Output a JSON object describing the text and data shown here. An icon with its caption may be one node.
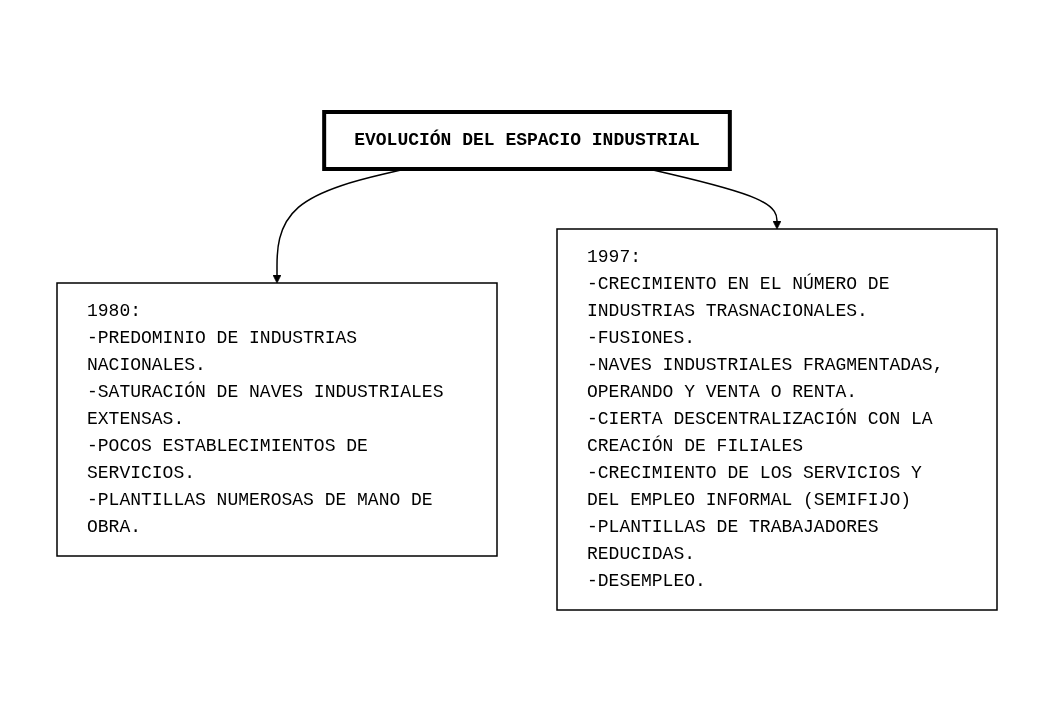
{
  "diagram": {
    "nodes": [
      {
        "text": [
          "EVOLUCIÓN DEL ESPACIO INDUSTRIAL"
        ]
      },
      {
        "text": [
          "1980:",
          "-PREDOMINIO DE INDUSTRIAS NACIONALES.",
          "-SATURACIÓN DE NAVES INDUSTRIALES EXTENSAS.",
          "-POCOS ESTABLECIMIENTOS DE SERVICIOS.",
          "-PLANTILLAS NUMEROSAS DE MANO DE OBRA."
        ]
      },
      {
        "text": [
          "1997:",
          "-CRECIMIENTO EN EL NÚMERO DE INDUSTRIAS TRASNACIONALES.",
          "-FUSIONES.",
          "-NAVES INDUSTRIALES FRAGMENTADAS, OPERANDO Y VENTA O RENTA.",
          "-CIERTA DESCENTRALIZACIÓN CON LA CREACIÓN DE FILIALES",
          "-CRECIMIENTO DE LOS SERVICIOS Y DEL EMPLEO INFORMAL (SEMIFIJO)",
          "-PLANTILLAS DE TRABAJADORES REDUCIDAS.",
          "-DESEMPLEO."
        ]
      }
    ],
    "edges": [
      {
        "from": 0,
        "to": 1,
        "arrow": "to"
      },
      {
        "from": 0,
        "to": 2,
        "arrow": "to"
      }
    ]
  }
}
